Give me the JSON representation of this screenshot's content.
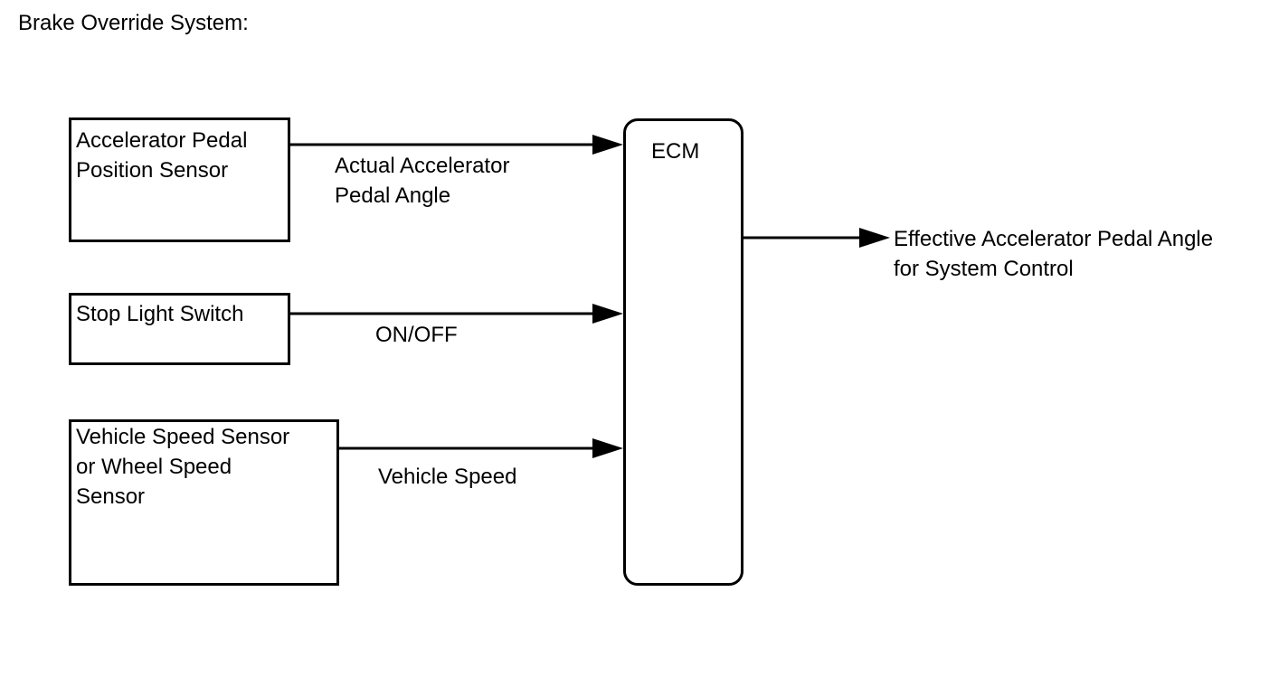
{
  "title": "Brake Override System:",
  "ecm": {
    "label": "ECM"
  },
  "inputs": [
    {
      "source": "Accelerator Pedal\nPosition Sensor",
      "signal": "Actual Accelerator\nPedal Angle"
    },
    {
      "source": "Stop Light Switch",
      "signal": "ON/OFF"
    },
    {
      "source": "Vehicle Speed Sensor\nor Wheel Speed\nSensor",
      "signal": "Vehicle Speed"
    }
  ],
  "output": {
    "signal": "Effective Accelerator Pedal Angle\nfor System Control"
  }
}
